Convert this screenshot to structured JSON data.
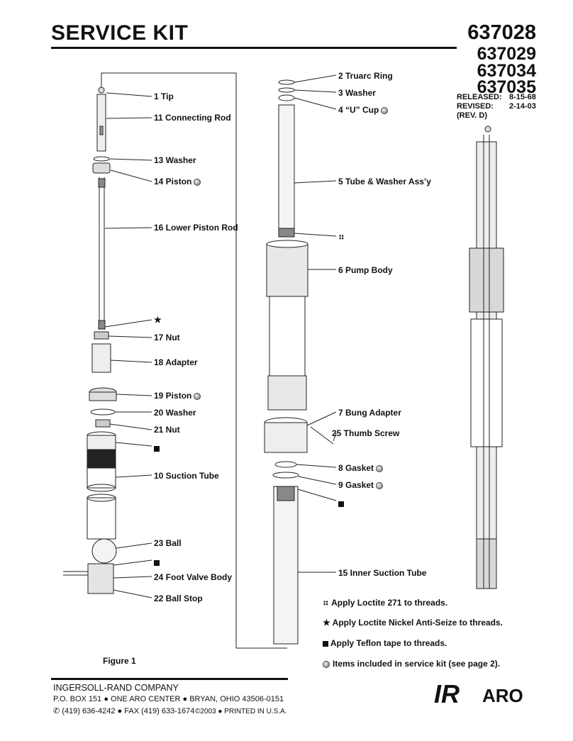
{
  "header": {
    "title": "SERVICE KIT",
    "part_numbers": [
      "637028",
      "637029",
      "637034",
      "637035"
    ],
    "released_label": "RELEASED:",
    "released_date": "8-15-68",
    "revised_label": "REVISED:",
    "revised_date": "2-14-03",
    "rev": "(REV. D)"
  },
  "labels": {
    "tip": "1 Tip",
    "connecting_rod": "11 Connecting Rod",
    "washer13": "13 Washer",
    "piston14": "14 Piston",
    "lower_piston_rod": "16 Lower Piston Rod",
    "star": "★",
    "nut17": "17 Nut",
    "adapter18": "18 Adapter",
    "piston19": "19 Piston",
    "washer20": "20 Washer",
    "nut21": "21 Nut",
    "suction_tube": "10 Suction Tube",
    "ball23": "23 Ball",
    "foot_valve_body": "24 Foot Valve Body",
    "ball_stop": "22 Ball Stop",
    "truarc_ring": "2 Truarc Ring",
    "washer3": "3 Washer",
    "u_cup": "4 “U” Cup",
    "tube_washer": "5 Tube & Washer Ass’y",
    "pump_body": "6 Pump Body",
    "bung_adapter": "7 Bung Adapter",
    "thumb_screw": "25 Thumb Screw",
    "gasket8": "8 Gasket",
    "gasket9": "9 Gasket",
    "inner_suction_tube": "15 Inner Suction Tube",
    "figure": "Figure 1"
  },
  "legend": {
    "loctite271": "Apply Loctite 271 to threads.",
    "nickel": "Apply Loctite Nickel Anti-Seize to threads.",
    "teflon": "Apply Teflon tape to threads.",
    "kit_items": "Items included in service kit (see page 2)."
  },
  "footer": {
    "company": "INGERSOLL-RAND COMPANY",
    "address": "P.O. BOX 151 ● ONE ARO CENTER ● BRYAN, OHIO 43506-0151",
    "phone": "(419) 636-4242 ● FAX (419) 633-1674",
    "printed": "©2003 ● PRINTED IN U.S.A.",
    "logo_ir": "IR",
    "logo_aro": "ARO"
  }
}
